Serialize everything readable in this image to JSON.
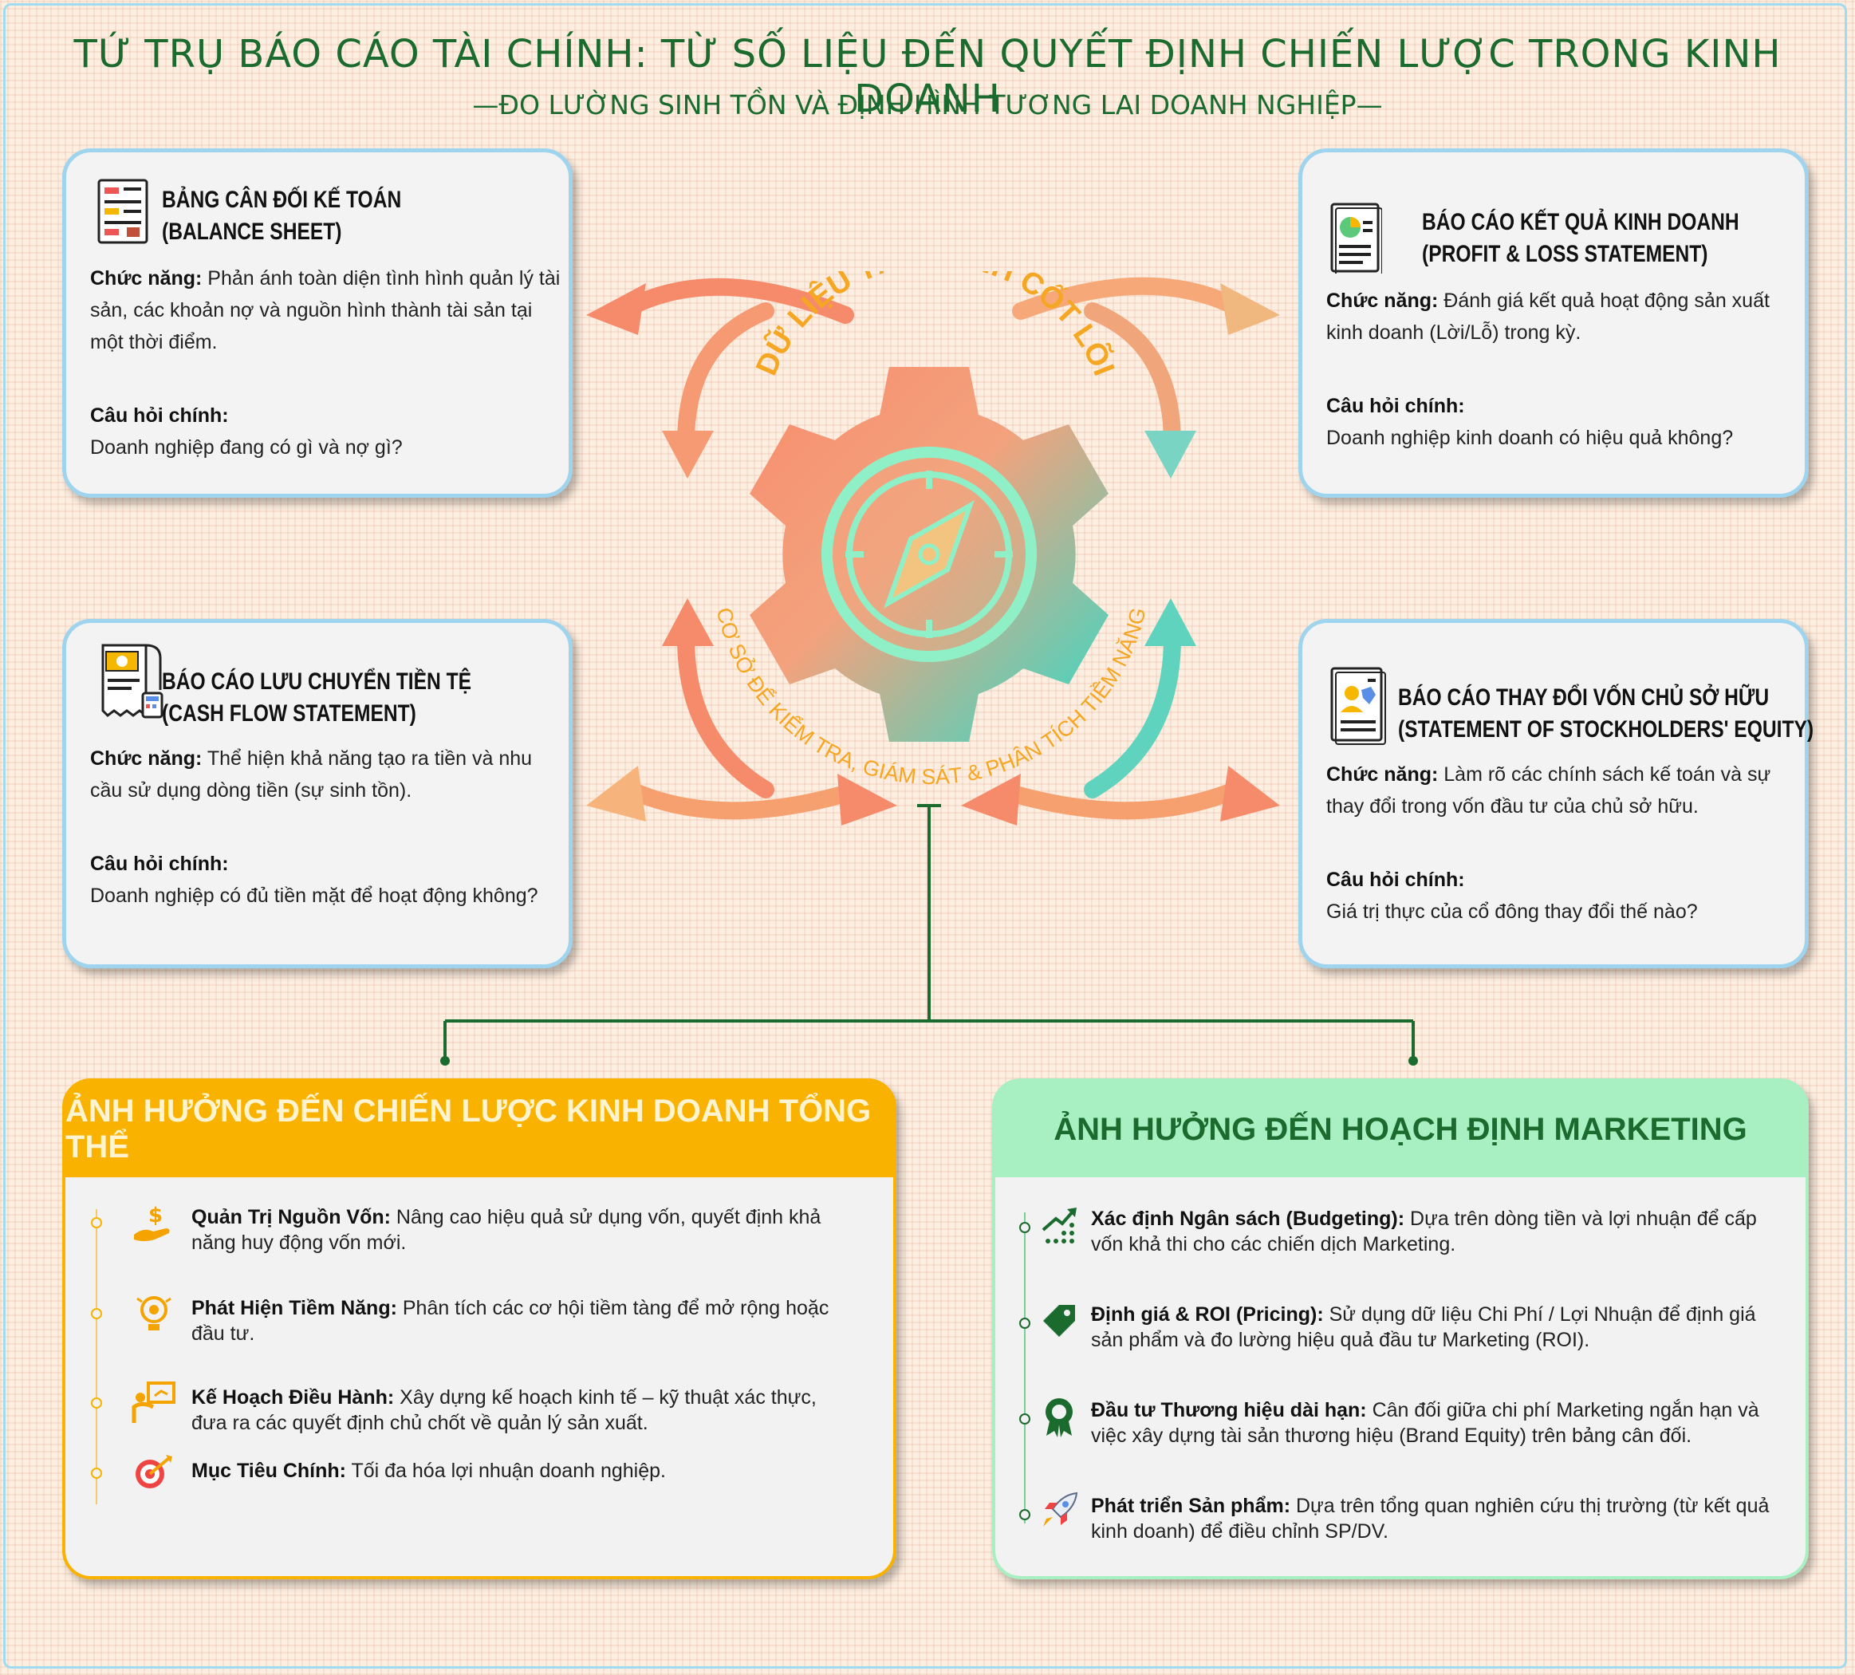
{
  "header": {
    "title": "TỨ TRỤ BÁO CÁO TÀI CHÍNH: TỪ SỐ LIỆU ĐẾN QUYẾT ĐỊNH CHIẾN LƯỢC TRONG KINH DOANH",
    "subtitle": "—ĐO LƯỜNG SINH TỒN VÀ ĐỊNH HÌNH TƯƠNG LAI DOANH NGHIỆP—"
  },
  "center": {
    "top_arc_text": "DỮ LIỆU TÀI CHÍNH CỐT LÕI",
    "bottom_arc_text": "CƠ SỞ ĐỂ KIỂM TRA, GIÁM SÁT & PHÂN TÍCH TIỀM NĂNG"
  },
  "cards": {
    "balance": {
      "title1": "BẢNG CÂN ĐỐI KẾ TOÁN",
      "title2": "(BALANCE SHEET)",
      "func_label": "Chức năng:",
      "func_text": " Phản ánh toàn diện tình hình quản lý tài sản, các khoản nợ và nguồn hình thành tài sản tại một thời điểm.",
      "q_label": "Câu hỏi chính:",
      "q_text": "Doanh nghiệp đang có gì và nợ gì?"
    },
    "pnl": {
      "title1": "BÁO CÁO KẾT QUẢ KINH DOANH",
      "title2": "(PROFIT & LOSS STATEMENT)",
      "func_label": "Chức năng:",
      "func_text": " Đánh giá kết quả hoạt động sản xuất kinh doanh (Lời/Lỗ) trong kỳ.",
      "q_label": "Câu hỏi chính:",
      "q_text": "Doanh nghiệp kinh doanh có hiệu quả không?"
    },
    "cashflow": {
      "title1": "BÁO CÁO LƯU CHUYỂN TIỀN TỆ",
      "title2": "(CASH FLOW STATEMENT)",
      "func_label": "Chức năng:",
      "func_text": " Thể hiện khả năng tạo ra tiền và nhu cầu sử dụng dòng tiền (sự sinh tồn).",
      "q_label": "Câu hỏi chính:",
      "q_text": "Doanh nghiệp có đủ tiền mặt để hoạt động không?"
    },
    "equity": {
      "title1": "BÁO CÁO THAY ĐỔI VỐN CHỦ SỞ HỮU",
      "title2": "(STATEMENT OF STOCKHOLDERS' EQUITY)",
      "func_label": "Chức năng:",
      "func_text": " Làm rõ các chính sách kế toán và sự thay đổi trong vốn đầu tư của chủ sở hữu.",
      "q_label": "Câu hỏi chính:",
      "q_text": "Giá trị thực của cổ đông thay đổi thế nào?"
    }
  },
  "strategy": {
    "title": "ẢNH HƯỞNG ĐẾN CHIẾN LƯỢC KINH DOANH TỔNG THỂ",
    "items": [
      {
        "label": "Quản Trị Nguồn Vốn:",
        "text": " Nâng cao hiệu quả sử dụng vốn, quyết định khả năng huy động vốn mới."
      },
      {
        "label": "Phát Hiện Tiềm Năng:",
        "text": " Phân tích các cơ hội tiềm tàng để mở rộng hoặc đầu tư."
      },
      {
        "label": "Kế Hoạch Điều Hành:",
        "text": " Xây dựng kế hoạch kinh tế – kỹ thuật xác thực, đưa ra các quyết định chủ chốt về quản lý sản xuất."
      },
      {
        "label": "Mục Tiêu Chính:",
        "text": " Tối đa hóa lợi nhuận doanh nghiệp."
      }
    ]
  },
  "marketing": {
    "title": "ẢNH HƯỞNG ĐẾN HOẠCH ĐỊNH MARKETING",
    "items": [
      {
        "label": "Xác định Ngân sách (Budgeting):",
        "text": " Dựa trên dòng tiền và lợi nhuận để cấp vốn khả thi cho các chiến dịch Marketing."
      },
      {
        "label": "Định giá & ROI (Pricing):",
        "text": " Sử dụng dữ liệu Chi Phí / Lợi Nhuận để định giá sản phẩm và đo lường hiệu quả đầu tư Marketing (ROI)."
      },
      {
        "label": "Đầu tư Thương hiệu dài hạn:",
        "text": " Cân đối giữa chi phí Marketing ngắn hạn và việc xây dựng tài sản thương hiệu (Brand Equity) trên bảng cân đối."
      },
      {
        "label": "Phát triển Sản phẩm:",
        "text": " Dựa trên tổng quan nghiên cứu thị trường (từ kết quả kinh doanh) để điều chỉnh SP/DV."
      }
    ]
  },
  "colors": {
    "title_green": "#1b6a2e",
    "card_border": "#9fd4ee",
    "strategy_head": "#f9b200",
    "marketing_head": "#a8f0c2",
    "arrow_orange": "#f28a6a",
    "gear_teal": "#34d6c3"
  }
}
